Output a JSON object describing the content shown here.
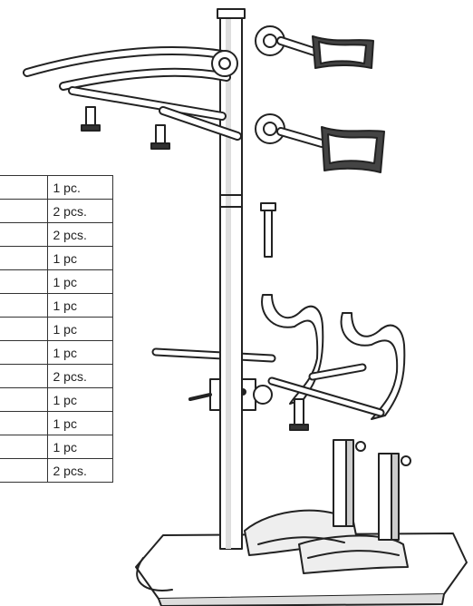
{
  "parts_table": {
    "rows": [
      {
        "name": "",
        "quantity": "1 pc."
      },
      {
        "name": "",
        "quantity": "2 pcs."
      },
      {
        "name": "",
        "quantity": "2 pcs."
      },
      {
        "name": "",
        "quantity": "1 pc"
      },
      {
        "name": "",
        "quantity": "1 pc"
      },
      {
        "name": "",
        "quantity": "1 pc"
      },
      {
        "name": "",
        "quantity": "1 pc"
      },
      {
        "name": "",
        "quantity": "1 pc"
      },
      {
        "name": "",
        "quantity": "2 pcs."
      },
      {
        "name": "",
        "quantity": "1 pc"
      },
      {
        "name": "",
        "quantity": "1 pc"
      },
      {
        "name": "",
        "quantity": "1 pc"
      },
      {
        "name": "",
        "quantity": "2 pcs."
      }
    ]
  },
  "drawing": {
    "subject": "rehabilitation-stander-frame-icon",
    "line_color": "#222222",
    "fill_color": "#ffffff",
    "shade_color": "#555555"
  }
}
